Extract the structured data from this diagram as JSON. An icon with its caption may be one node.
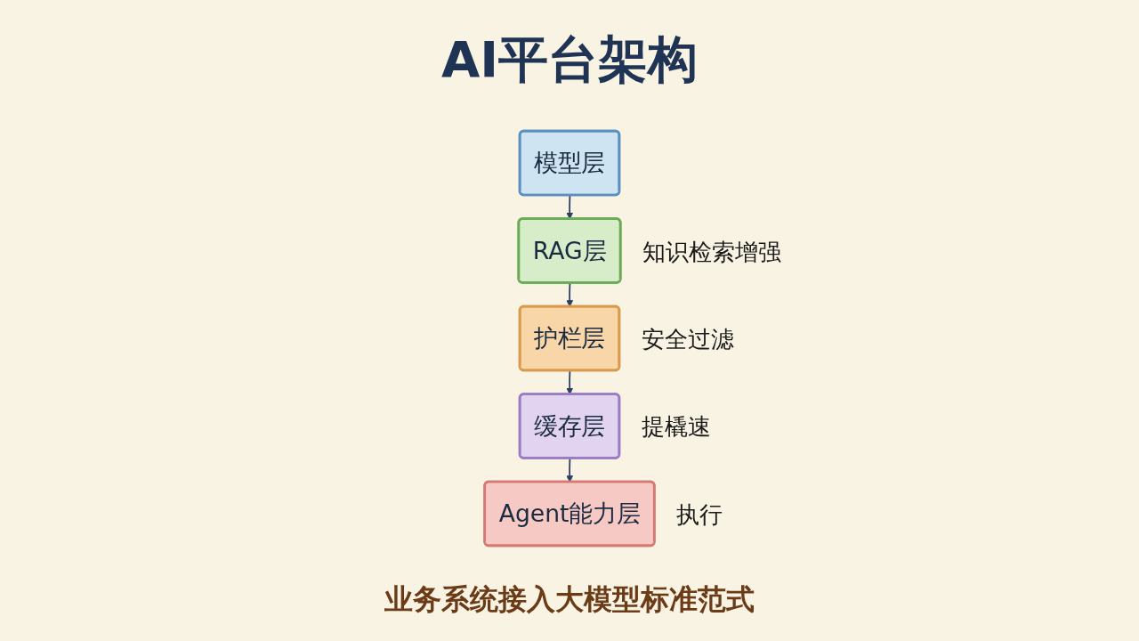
{
  "diagram": {
    "title": "AI平台架构",
    "caption": "业务系统接入大模型标准范式",
    "nodes": [
      {
        "text": [
          "模型层"
        ]
      },
      {
        "text": [
          "RAG层"
        ],
        "beside": [
          "知识检索增强"
        ]
      },
      {
        "text": [
          "护栏层"
        ],
        "beside": [
          "安全过滤"
        ]
      },
      {
        "text": [
          "缓存层"
        ],
        "beside": [
          "提橇速"
        ]
      },
      {
        "text": [
          "Agent能力层"
        ],
        "beside": [
          "执行"
        ]
      }
    ],
    "edges": [
      {
        "from": 0,
        "to": 1,
        "arrow": "to"
      },
      {
        "from": 1,
        "to": 2,
        "arrow": "to"
      },
      {
        "from": 2,
        "to": 3,
        "arrow": "to"
      },
      {
        "from": 3,
        "to": 4,
        "arrow": "to"
      }
    ]
  }
}
